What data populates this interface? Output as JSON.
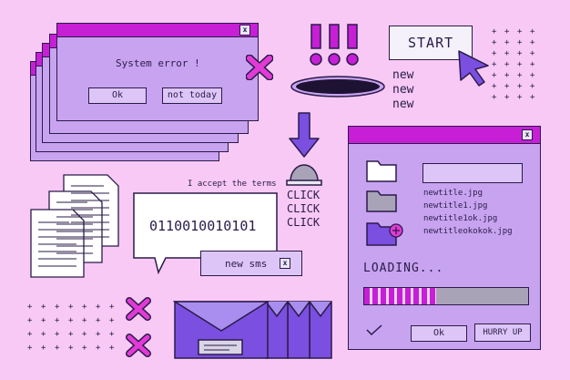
{
  "error_dialog": {
    "message": "System error !",
    "ok_label": "Ok",
    "not_today_label": "not today",
    "close_glyph": "x"
  },
  "start_button": {
    "label": "START"
  },
  "new_list": [
    "new",
    "new",
    "new"
  ],
  "terms_text": "I accept the terms",
  "binary_text": "0110010010101",
  "sms_label": "new sms",
  "sms_close_glyph": "x",
  "click_list": [
    "CLICK",
    "CLICK",
    "CLICK"
  ],
  "file_window": {
    "close_glyph": "x",
    "files": [
      "newtitle.jpg",
      "newtitle1.jpg",
      "newtitle1ok.jpg",
      "newtitleokokok.jpg"
    ],
    "loading_label": "LOADING...",
    "progress": 0.44,
    "ok_label": "Ok",
    "hurry_up_label": "HURRY UP"
  },
  "colors": {
    "background": "#f7c9f4",
    "accent": "#c61fd6",
    "window": "#c8a3f0",
    "deep_purple": "#7b4fe0",
    "outline": "#2a1b4a"
  }
}
